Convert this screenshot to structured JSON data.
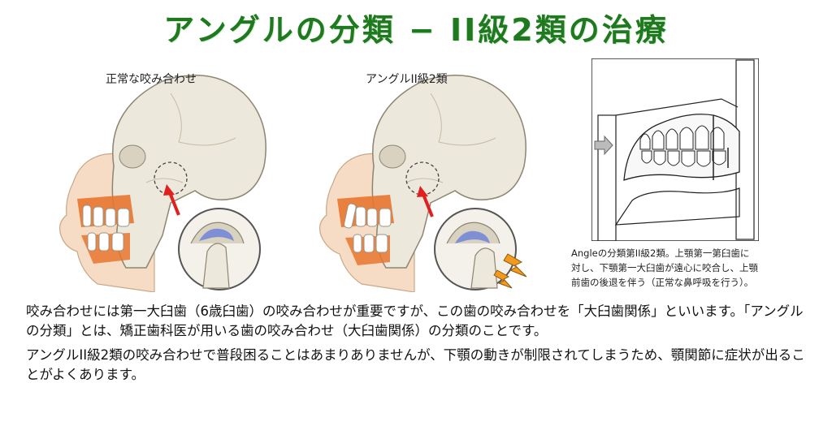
{
  "title": "アングルの分類 − II級2類の治療",
  "panels": {
    "normal_label": "正常な咬み合わせ",
    "class2_label": "アングルII級2類"
  },
  "photo_caption": {
    "lines": [
      "Angleの分類第II級2類。上顎第一第臼歯に",
      "対し、下顎第一大臼歯が遠心に咬合し、上顎",
      "前歯の後退を伴う（正常な鼻呼吸を行う）。"
    ]
  },
  "body": {
    "paragraph1": "咬み合わせには第一大臼歯（6歳臼歯）の咬み合わせが重要ですが、この歯の咬み合わせを「大臼歯関係」といいます。「アングルの分類」とは、矯正歯科医が用いる歯の咬み合わせ（大臼歯関係）の分類のことです。",
    "paragraph2": "アングルII級2類の咬み合わせで普段困ることはあまりありませんが、下顎の動きが制限されてしまうため、顎関節に症状が出ることがよくあります。"
  },
  "colors": {
    "title": "#1f7a1f",
    "skull": "#ece8dc",
    "skin": "#f6dcc4",
    "gum": "#e8752f",
    "arrow": "#e0201e",
    "joint_blue": "#7f8fd6",
    "pain": "#f39a1e"
  }
}
